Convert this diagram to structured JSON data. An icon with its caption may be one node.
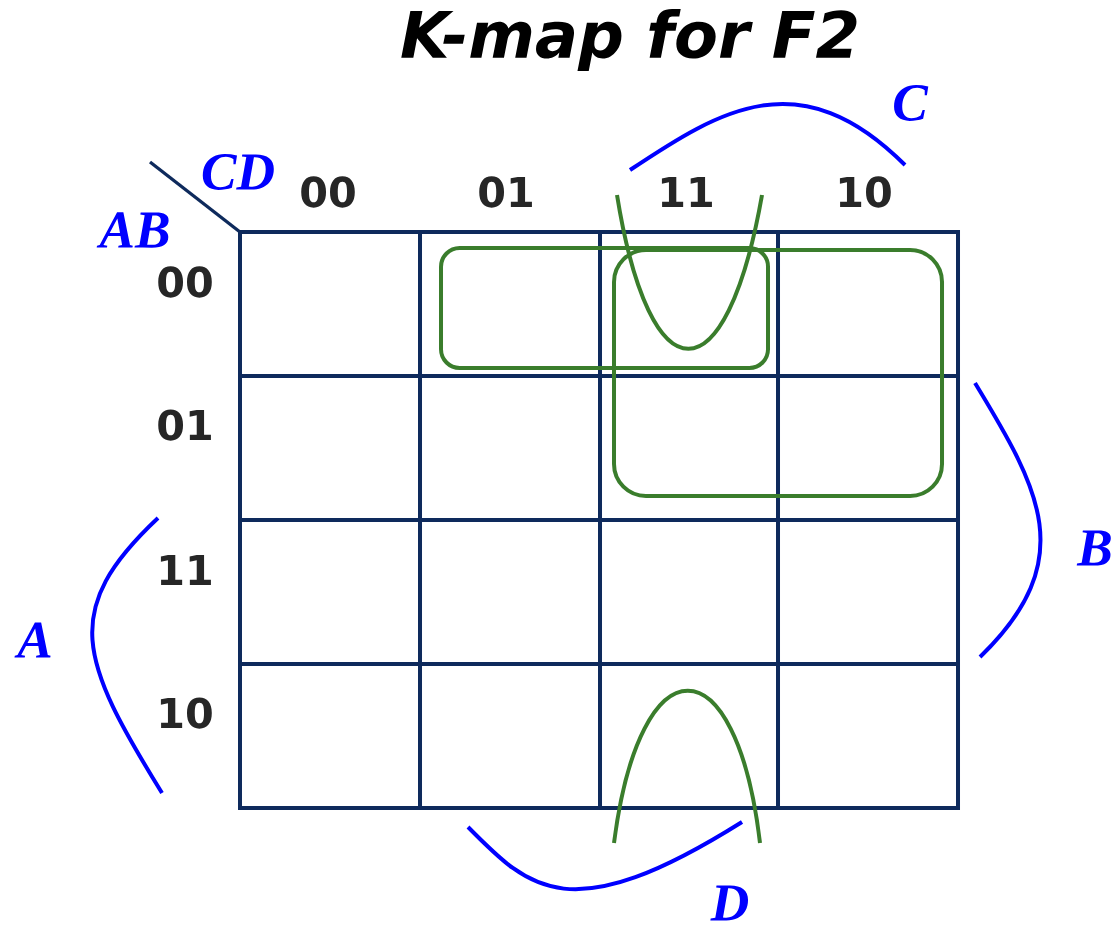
{
  "diagram": {
    "title": "K-map for F2",
    "labels": [
      "C",
      "CD",
      "00",
      "01",
      "11",
      "10",
      "AB",
      "00",
      "01",
      "11",
      "10",
      "B",
      "A",
      "D"
    ]
  }
}
